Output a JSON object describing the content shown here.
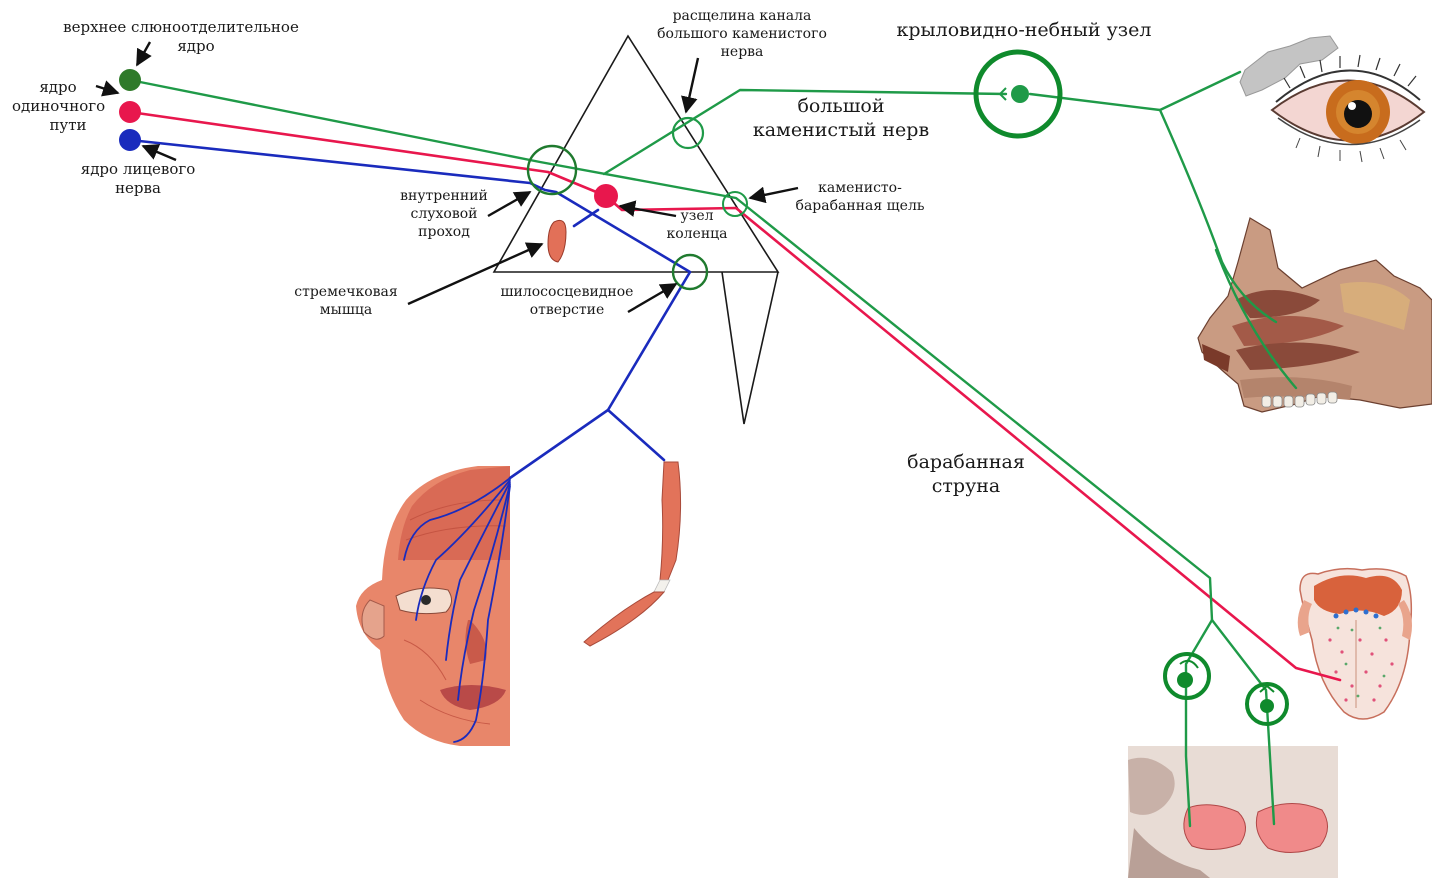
{
  "labels": {
    "superior_salivary_nucleus": [
      "верхнее слюноотделительное",
      "ядро"
    ],
    "solitary_nucleus": [
      "ядро",
      "одиночного",
      "пути"
    ],
    "facial_nucleus": [
      "ядро лицевого",
      "нерва"
    ],
    "hiatus_greater_petrosal": [
      "расщелина канала",
      "большого каменистого",
      "нерва"
    ],
    "pterygopalatine_ganglion": [
      "крыловидно-небный узел"
    ],
    "greater_petrosal_nerve": [
      "большой",
      "каменистый нерв"
    ],
    "internal_acoustic_meatus": [
      "внутренний",
      "слуховой",
      "проход"
    ],
    "geniculate_ganglion": [
      "узел",
      "коленца"
    ],
    "petrotympanic_fissure": [
      "каменисто-",
      "барабанная щель"
    ],
    "stapedius_muscle": [
      "стремечковая",
      "мышца"
    ],
    "stylomastoid_foramen": [
      "шилососцевидное",
      "отверстие"
    ],
    "chorda_tympani": [
      "барабанная",
      "струна"
    ]
  },
  "colors": {
    "secretory_green": "#1f9a48",
    "ganglion_green": "#0f8a2c",
    "taste_red": "#e8174d",
    "motor_blue": "#1a2bbd",
    "nucleus_dark_green": "#2f7a2a",
    "outline": "#1a1a1a"
  },
  "icons": {
    "eye": "eye-lacrimal-gland-icon",
    "nose": "nasal-cavity-icon",
    "tongue": "tongue-icon",
    "salivary": "salivary-glands-icon",
    "face": "facial-muscles-icon",
    "digastric": "digastric-muscle-icon",
    "stapedius": "stapedius-icon"
  }
}
